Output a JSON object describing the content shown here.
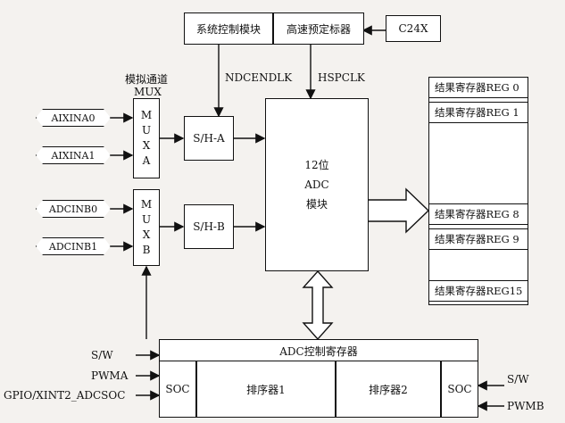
{
  "blocks": {
    "system_control": "系统控制模块",
    "prescaler": "高速预定标器",
    "c24x": "C24X",
    "sh_a": "S/H-A",
    "sh_b": "S/H-B"
  },
  "signals": {
    "ndcendlk": "NDCENDLK",
    "hspclk": "HSPCLK"
  },
  "labels": {
    "mux_title": "模拟通道",
    "mux_sub": "MUX"
  },
  "pins": {
    "a0": "AIXINA0",
    "a1": "AIXINA1",
    "b0": "ADCINB0",
    "b1": "ADCINB1"
  },
  "mux_a": [
    "M",
    "U",
    "X",
    "A",
    ""
  ],
  "mux_b": [
    "M",
    "U",
    "X",
    "B"
  ],
  "adc": {
    "line1": "12位",
    "line2": "ADC",
    "line3": "模块"
  },
  "registers": [
    "结果寄存器REG 0",
    "结果寄存器REG 1",
    "结果寄存器REG 8",
    "结果寄存器REG 9",
    "结果寄存器REG15"
  ],
  "control": {
    "title": "ADC控制寄存器",
    "soc_left": "SOC",
    "seq1": "排序器1",
    "seq2": "排序器2",
    "soc_right": "SOC"
  },
  "triggers": {
    "sw_left": "S/W",
    "pwma": "PWMA",
    "gpio": "GPIO/XINT2_ADCSOC",
    "sw_right": "S/W",
    "pwmb": "PWMB"
  }
}
